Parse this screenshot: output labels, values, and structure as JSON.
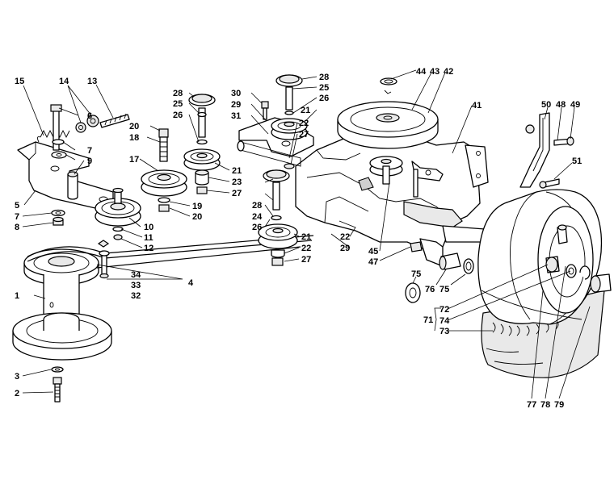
{
  "callouts": [
    {
      "id": "c1",
      "text": "1"
    },
    {
      "id": "c2",
      "text": "2"
    },
    {
      "id": "c3",
      "text": "3"
    },
    {
      "id": "c4",
      "text": "4"
    },
    {
      "id": "c5",
      "text": "5"
    },
    {
      "id": "c6",
      "text": "6"
    },
    {
      "id": "c7a",
      "text": "7"
    },
    {
      "id": "c7b",
      "text": "7"
    },
    {
      "id": "c8",
      "text": "8"
    },
    {
      "id": "c9",
      "text": "9"
    },
    {
      "id": "c10",
      "text": "10"
    },
    {
      "id": "c11",
      "text": "11"
    },
    {
      "id": "c12",
      "text": "12"
    },
    {
      "id": "c13",
      "text": "13"
    },
    {
      "id": "c14",
      "text": "14"
    },
    {
      "id": "c15",
      "text": "15"
    },
    {
      "id": "c17",
      "text": "17"
    },
    {
      "id": "c18",
      "text": "18"
    },
    {
      "id": "c19",
      "text": "19"
    },
    {
      "id": "c20a",
      "text": "20"
    },
    {
      "id": "c20b",
      "text": "20"
    },
    {
      "id": "c21a",
      "text": "21"
    },
    {
      "id": "c21b",
      "text": "21"
    },
    {
      "id": "c21c",
      "text": "21"
    },
    {
      "id": "c22a",
      "text": "22"
    },
    {
      "id": "c22b",
      "text": "22"
    },
    {
      "id": "c22c",
      "text": "22"
    },
    {
      "id": "c23",
      "text": "23"
    },
    {
      "id": "c24",
      "text": "24"
    },
    {
      "id": "c25a",
      "text": "25"
    },
    {
      "id": "c25b",
      "text": "25"
    },
    {
      "id": "c26a",
      "text": "26"
    },
    {
      "id": "c26b",
      "text": "26"
    },
    {
      "id": "c26c",
      "text": "26"
    },
    {
      "id": "c27a",
      "text": "27"
    },
    {
      "id": "c27b",
      "text": "27"
    },
    {
      "id": "c27c",
      "text": "27"
    },
    {
      "id": "c28a",
      "text": "28"
    },
    {
      "id": "c28b",
      "text": "28"
    },
    {
      "id": "c28c",
      "text": "28"
    },
    {
      "id": "c29a",
      "text": "29"
    },
    {
      "id": "c29b",
      "text": "29"
    },
    {
      "id": "c30",
      "text": "30"
    },
    {
      "id": "c31",
      "text": "31"
    },
    {
      "id": "c32",
      "text": "32"
    },
    {
      "id": "c33",
      "text": "33"
    },
    {
      "id": "c34",
      "text": "34"
    },
    {
      "id": "c41",
      "text": "41"
    },
    {
      "id": "c42",
      "text": "42"
    },
    {
      "id": "c43",
      "text": "43"
    },
    {
      "id": "c44",
      "text": "44"
    },
    {
      "id": "c45",
      "text": "45"
    },
    {
      "id": "c47",
      "text": "47"
    },
    {
      "id": "c48",
      "text": "48"
    },
    {
      "id": "c49",
      "text": "49"
    },
    {
      "id": "c50",
      "text": "50"
    },
    {
      "id": "c51",
      "text": "51"
    },
    {
      "id": "c71",
      "text": "71"
    },
    {
      "id": "c72",
      "text": "72"
    },
    {
      "id": "c73",
      "text": "73"
    },
    {
      "id": "c74",
      "text": "74"
    },
    {
      "id": "c75a",
      "text": "75"
    },
    {
      "id": "c75b",
      "text": "75"
    },
    {
      "id": "c76",
      "text": "76"
    },
    {
      "id": "c77",
      "text": "77"
    },
    {
      "id": "c78",
      "text": "78"
    },
    {
      "id": "c79",
      "text": "79"
    }
  ],
  "icons": {
    "engine_pulley": "pulley-shaft-icon",
    "transaxle": "transaxle-icon",
    "wheel": "wheel-tire-icon",
    "belt": "drive-belt-icon"
  }
}
